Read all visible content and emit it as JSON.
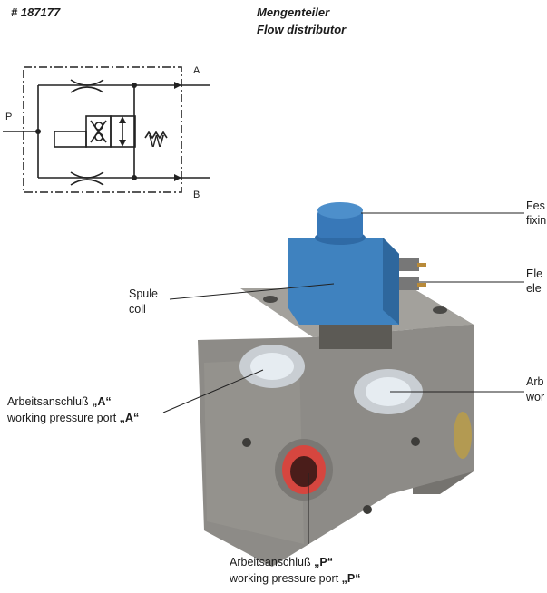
{
  "header": {
    "article_number": "# 187177",
    "title_de": "Mengenteiler",
    "title_en": "Flow distributor"
  },
  "schematic": {
    "port_a": "A",
    "port_b": "B",
    "port_p": "P",
    "valve_w": "W"
  },
  "callouts": {
    "fixing_de": "Fes",
    "fixing_en": "fixin",
    "electrical_de": "Ele",
    "electrical_en": "ele",
    "coil_de": "Spule",
    "coil_en": "coil",
    "port_b_de": "Arb",
    "port_b_en": "wor",
    "port_a_de_prefix": "Arbeitsanschluß ",
    "port_a_de_bold": "„A“",
    "port_a_en_prefix": "working pressure port ",
    "port_a_en_bold": "„A“",
    "port_p_de_prefix": "Arbeitsanschluß ",
    "port_p_de_bold": "„P“",
    "port_p_en_prefix": "working pressure port ",
    "port_p_en_bold": "„P“"
  },
  "colors": {
    "coil_blue": "#3f82bf",
    "block_metal": "#8c8a86",
    "port_seal_red": "#d6463f"
  }
}
